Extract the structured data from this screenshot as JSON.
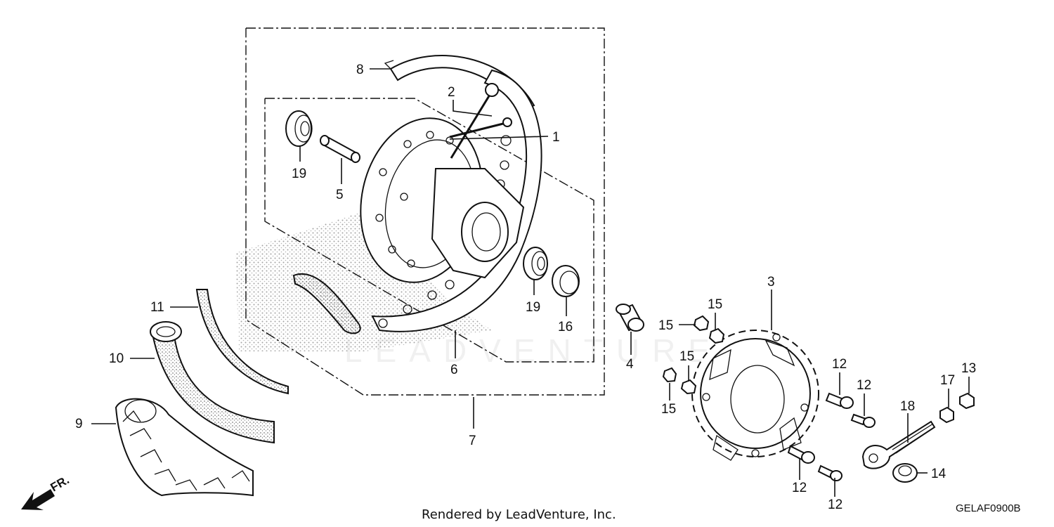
{
  "diagram": {
    "callouts": [
      {
        "id": "c1",
        "text": "1"
      },
      {
        "id": "c2",
        "text": "2"
      },
      {
        "id": "c3",
        "text": "3"
      },
      {
        "id": "c4",
        "text": "4"
      },
      {
        "id": "c5",
        "text": "5"
      },
      {
        "id": "c6",
        "text": "6"
      },
      {
        "id": "c7",
        "text": "7"
      },
      {
        "id": "c8",
        "text": "8"
      },
      {
        "id": "c9",
        "text": "9"
      },
      {
        "id": "c10",
        "text": "10"
      },
      {
        "id": "c11",
        "text": "11"
      },
      {
        "id": "c12a",
        "text": "12"
      },
      {
        "id": "c12b",
        "text": "12"
      },
      {
        "id": "c12c",
        "text": "12"
      },
      {
        "id": "c12d",
        "text": "12"
      },
      {
        "id": "c13",
        "text": "13"
      },
      {
        "id": "c14",
        "text": "14"
      },
      {
        "id": "c15a",
        "text": "15"
      },
      {
        "id": "c15b",
        "text": "15"
      },
      {
        "id": "c15c",
        "text": "15"
      },
      {
        "id": "c15d",
        "text": "15"
      },
      {
        "id": "c16",
        "text": "16"
      },
      {
        "id": "c17",
        "text": "17"
      },
      {
        "id": "c18",
        "text": "18"
      },
      {
        "id": "c19a",
        "text": "19"
      },
      {
        "id": "c19b",
        "text": "19"
      }
    ],
    "front_label": "FR.",
    "footer_text": "Rendered by LeadVenture, Inc.",
    "diagram_code": "GELAF0900B",
    "watermark": "LEADVENTURE"
  }
}
